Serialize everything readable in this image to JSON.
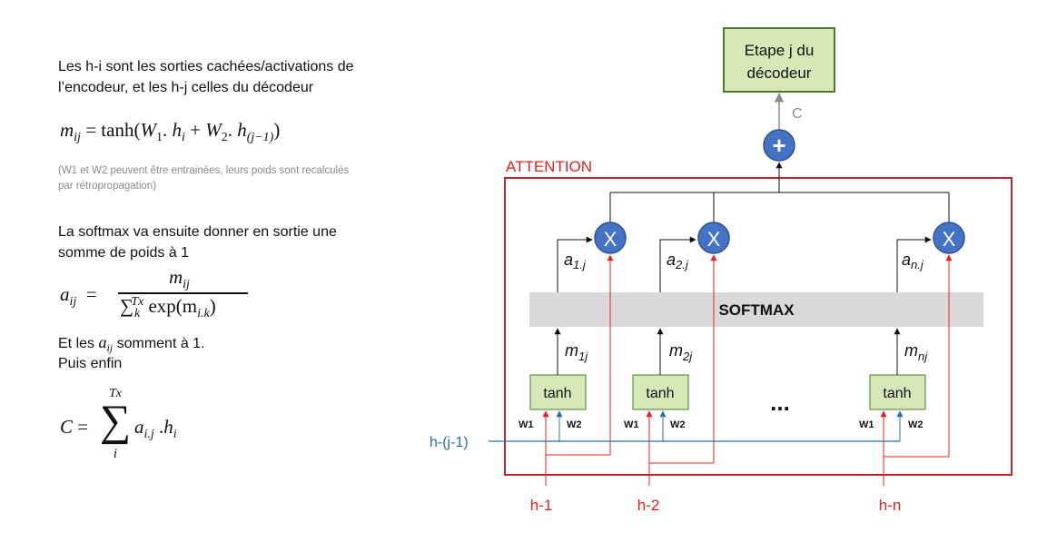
{
  "left": {
    "intro_line1": "Les h-i sont les sorties cachées/activations de",
    "intro_line2": "l’encodeur, et les h-j celles du décodeur",
    "eq1": {
      "lhs": "m",
      "lhs_sub": "ij",
      "eq": "=",
      "fn": "tanh(",
      "w1": "W",
      "w1_sub": "1",
      "dot1": ".",
      "hi": "h",
      "hi_sub": "i",
      "plus": "+",
      "w2": "W",
      "w2_sub": "2",
      "dot2": ".",
      "hj": "h",
      "hj_sub": "(j−1)",
      "close": ")"
    },
    "note_line1": "(W1 et W2 peuvent être entrainées, leurs poids sont recalculés",
    "note_line2": "par rétropropagation)",
    "softmax_line1": "La softmax va ensuite donner en sortie une",
    "softmax_line2": "somme de poids à 1",
    "eq2": {
      "lhs": "a",
      "lhs_sub": "ij",
      "eq": "=",
      "num": "m",
      "num_sub": "ij",
      "den_sum": "∑",
      "den_sub": "k",
      "den_sup": "Tx",
      "den_exp": "exp(m",
      "den_exp_sub": "i.k",
      "den_close": ")"
    },
    "sum_line_pre": "Et les",
    "sum_line_var": "a",
    "sum_line_sub": "ij",
    "sum_line_post": "somment à 1.",
    "finally": "Puis enfin",
    "eq3": {
      "lhs": "C",
      "eq": "=",
      "sum": "∑",
      "sum_sup": "Tx",
      "sum_sub": "i",
      "term": "a",
      "term_sub": "i.j",
      "dot": ".",
      "h": "h",
      "h_sub": "i"
    }
  },
  "diagram": {
    "decoder_line1": "Etape j du",
    "decoder_line2": "décodeur",
    "c_label": "C",
    "plus_symbol": "+",
    "attention_label": "ATTENTION",
    "softmax_label": "SOFTMAX",
    "mult_symbol": "X",
    "tanh_label": "tanh",
    "dots": "...",
    "w1": "W1",
    "w2": "W2",
    "hj_input": "h-(j-1)",
    "a_labels": [
      {
        "base": "a",
        "sub": "1.j"
      },
      {
        "base": "a",
        "sub": "2.j"
      },
      {
        "base": "a",
        "sub": "n.j"
      }
    ],
    "m_labels": [
      {
        "base": "m",
        "sub": "1j"
      },
      {
        "base": "m",
        "sub": "2j"
      },
      {
        "base": "m",
        "sub": "nj"
      }
    ],
    "h_inputs": [
      "h-1",
      "h-2",
      "h-n"
    ],
    "colors": {
      "red": "#e8201e",
      "blue": "#2e6da4",
      "circle": "#4472c4",
      "green_fill": "#d5e8b6",
      "green_border": "#4d7a32",
      "softmax_fill": "#d9d9d9",
      "attention_border": "#c0272d",
      "gray": "#8c8c8c"
    }
  }
}
